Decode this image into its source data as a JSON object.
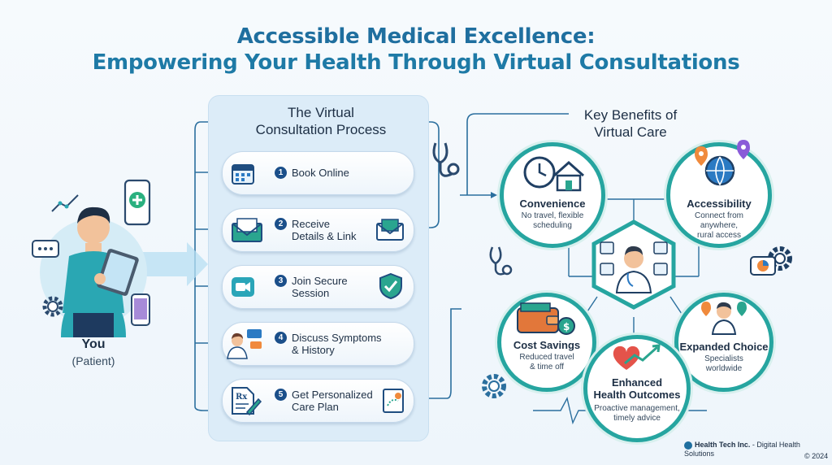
{
  "title": {
    "line1": "Accessible Medical Excellence:",
    "line2": "Empowering Your Health Through Virtual Consultations"
  },
  "patient": {
    "name": "You",
    "role": "(Patient)"
  },
  "process": {
    "title_line1": "The Virtual",
    "title_line2": "Consultation Process",
    "steps": [
      {
        "num": "1",
        "line1": "Book Online",
        "line2": "",
        "icon": "calendar-icon"
      },
      {
        "num": "2",
        "line1": "Receive",
        "line2": "Details & Link",
        "icon": "envelope-icon"
      },
      {
        "num": "3",
        "line1": "Join Secure",
        "line2": "Session",
        "icon": "video-camera-icon"
      },
      {
        "num": "4",
        "line1": "Discuss Symptoms",
        "line2": "& History",
        "icon": "doctor-chat-icon"
      },
      {
        "num": "5",
        "line1": "Get Personalized",
        "line2": "Care Plan",
        "icon": "prescription-icon"
      }
    ]
  },
  "benefits": {
    "title_line1": "Key Benefits of",
    "title_line2": "Virtual Care",
    "items": [
      {
        "title": "Convenience",
        "desc1": "No travel, flexible",
        "desc2": "scheduling",
        "desc3": "",
        "icon": "clock-house-icon"
      },
      {
        "title": "Accessibility",
        "desc1": "Connect from",
        "desc2": "anywhere,",
        "desc3": "rural access",
        "icon": "globe-pin-icon"
      },
      {
        "title": "Cost Savings",
        "desc1": "Reduced travel",
        "desc2": "& time off",
        "desc3": "",
        "icon": "wallet-icon"
      },
      {
        "title": "Expanded Choice",
        "desc1": "Specialists",
        "desc2": "worldwide",
        "desc3": "",
        "icon": "specialist-icon"
      },
      {
        "title_line1": "Enhanced",
        "title_line2": "Health Outcomes",
        "desc1": "Proactive management,",
        "desc2": "timely advice",
        "icon": "heart-trend-icon"
      }
    ]
  },
  "footer": {
    "company": "Health Tech Inc.",
    "tagline": " - Digital Health Solutions",
    "copyright": "© 2024"
  },
  "colors": {
    "navy": "#1b4f8a",
    "teal": "#26a5a0",
    "blue": "#1f6f9f",
    "panel": "#dcecf8"
  }
}
